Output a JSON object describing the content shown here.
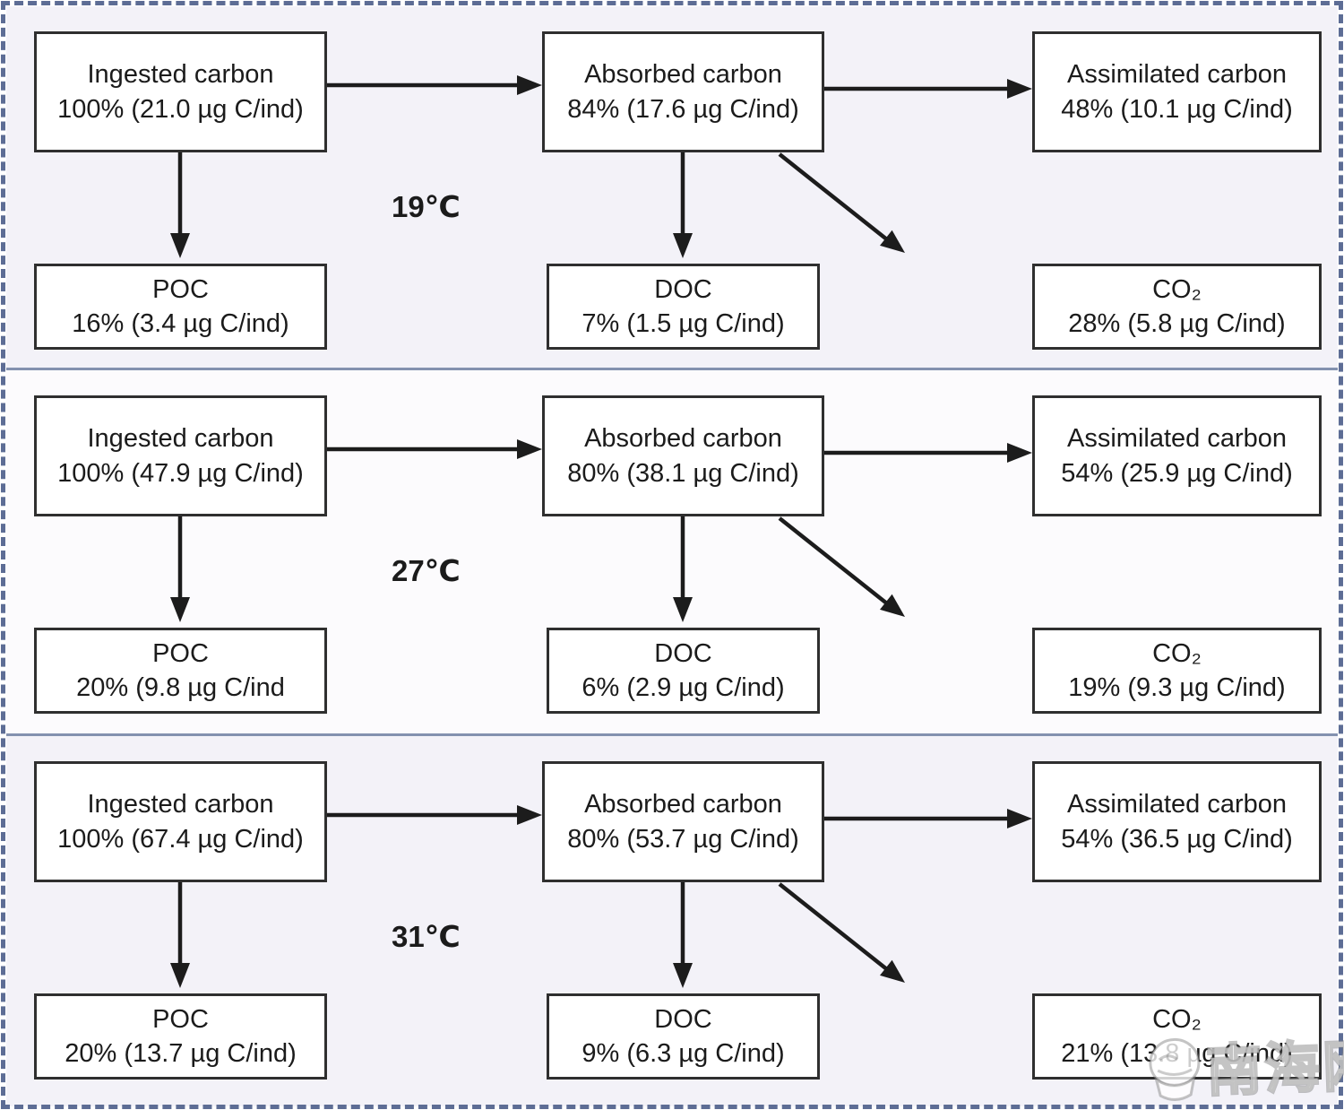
{
  "diagram": {
    "description_labels": {
      "ingested_title": "Ingested carbon",
      "absorbed_title": "Absorbed carbon",
      "assimilated_title": "Assimilated carbon",
      "poc_title": "POC",
      "doc_title": "DOC",
      "co2_title": "CO₂"
    }
  },
  "panels": [
    {
      "temperature": "19℃",
      "boxes": {
        "ingested": {
          "title": "Ingested carbon",
          "value": "100% (21.0 µg C/ind)"
        },
        "absorbed": {
          "title": "Absorbed carbon",
          "value": "84% (17.6 µg C/ind)"
        },
        "assimilated": {
          "title": "Assimilated carbon",
          "value": "48% (10.1 µg C/ind)"
        },
        "poc": {
          "title": "POC",
          "value": "16% (3.4 µg C/ind)"
        },
        "doc": {
          "title": "DOC",
          "value": "7% (1.5 µg C/ind)"
        },
        "co2": {
          "title": "CO₂",
          "value": "28% (5.8 µg C/ind)"
        }
      }
    },
    {
      "temperature": "27℃",
      "boxes": {
        "ingested": {
          "title": "Ingested carbon",
          "value": "100% (47.9 µg C/ind)"
        },
        "absorbed": {
          "title": "Absorbed carbon",
          "value": "80% (38.1 µg C/ind)"
        },
        "assimilated": {
          "title": "Assimilated carbon",
          "value": "54% (25.9 µg C/ind)"
        },
        "poc": {
          "title": "POC",
          "value": "20% (9.8 µg C/ind"
        },
        "doc": {
          "title": "DOC",
          "value": "6% (2.9 µg C/ind)"
        },
        "co2": {
          "title": "CO₂",
          "value": "19% (9.3 µg C/ind)"
        }
      }
    },
    {
      "temperature": "31℃",
      "boxes": {
        "ingested": {
          "title": "Ingested carbon",
          "value": "100% (67.4 µg C/ind)"
        },
        "absorbed": {
          "title": "Absorbed carbon",
          "value": "80% (53.7 µg C/ind)"
        },
        "assimilated": {
          "title": "Assimilated carbon",
          "value": "54% (36.5 µg C/ind)"
        },
        "poc": {
          "title": "POC",
          "value": "20% (13.7 µg C/ind)"
        },
        "doc": {
          "title": "DOC",
          "value": "9% (6.3 µg C/ind)"
        },
        "co2": {
          "title": "CO₂",
          "value": "21% (13.8 µg C/ind)"
        }
      }
    }
  ],
  "watermark": {
    "text": "南海网"
  },
  "colors": {
    "panel_bg": "#f3f2f8",
    "panel_bg_middle": "#fcfbfd",
    "box_border": "#2f2f2f",
    "dashed_frame": "#5d6d95",
    "separator": "#8391af",
    "arrow": "#1c1c1c",
    "text": "#1b1b1b"
  }
}
